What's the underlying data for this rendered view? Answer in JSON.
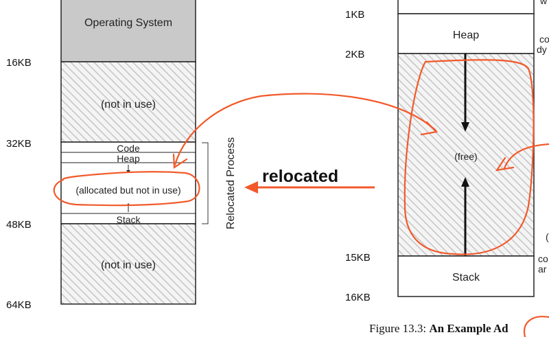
{
  "left_diagram": {
    "regions": {
      "os": "Operating System",
      "free_top": "(not in use)",
      "code": "Code",
      "heap": "Heap",
      "allocated": "(allocated but not in use)",
      "stack": "Stack",
      "free_bottom": "(not in use)"
    },
    "addresses": [
      "16KB",
      "32KB",
      "48KB",
      "64KB"
    ],
    "bracket_label": "Relocated Process"
  },
  "annotation": {
    "label": "relocated",
    "color": "#f2592a"
  },
  "right_diagram": {
    "regions": {
      "heap": "Heap",
      "free": "(free)",
      "stack": "Stack"
    },
    "addresses": [
      "1KB",
      "2KB",
      "15KB",
      "16KB"
    ],
    "side_fragments": [
      "w",
      "co",
      "dy",
      "(",
      "co",
      "ar"
    ]
  },
  "caption": {
    "prefix": "Figure 13.3:",
    "title": "An Example Ad"
  }
}
